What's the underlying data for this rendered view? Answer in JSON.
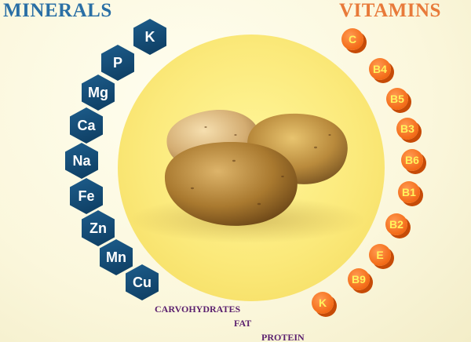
{
  "headings": {
    "minerals": "MINERALS",
    "vitamins": "VITAMINS"
  },
  "minerals": [
    "K",
    "P",
    "Mg",
    "Ca",
    "Na",
    "Fe",
    "Zn",
    "Mn",
    "Cu"
  ],
  "vitamins": [
    "C",
    "B4",
    "B5",
    "B3",
    "B6",
    "B1",
    "B2",
    "E",
    "B9",
    "K"
  ],
  "nutrients": [
    "CARVOHYDRATES",
    "FAT",
    "PROTEIN"
  ],
  "colors": {
    "minerals": "#1d5d8c",
    "vitamins": "#f36a16",
    "vitamin_text": "#fff35c",
    "plate": "#fbe97a",
    "nutrients": "#5a1f6e"
  },
  "illustration": "potatoes"
}
